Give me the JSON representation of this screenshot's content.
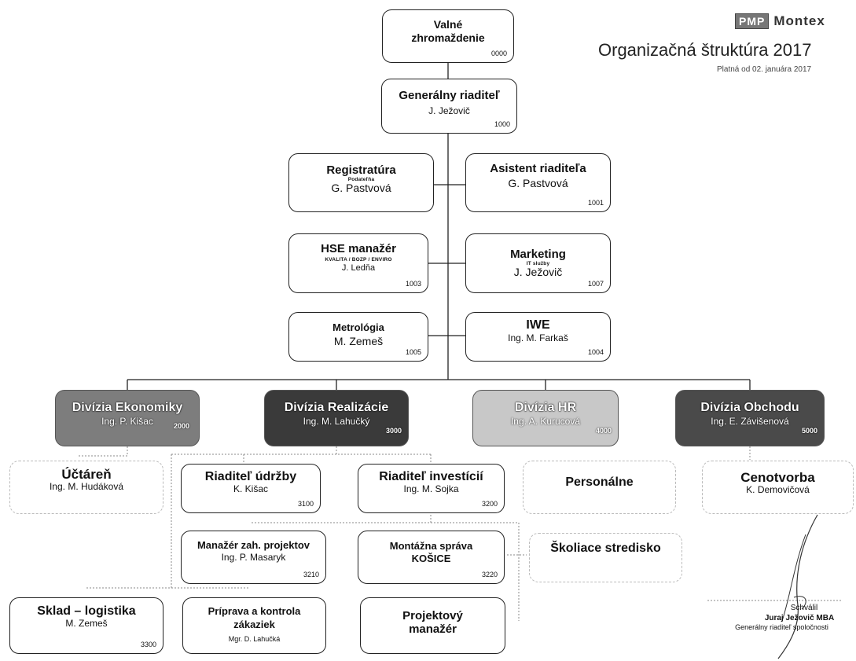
{
  "header": {
    "logo_text": "PMP",
    "brand": "Montex",
    "title": "Organizačná štruktúra 2017",
    "valid_from": "Platná od 02. januára 2017"
  },
  "colors": {
    "econ": "#7d7d7d",
    "real": "#3a3a3a",
    "hr": "#c8c8c8",
    "obchod": "#4a4a4a"
  },
  "nodes": {
    "valne": {
      "title": "Valné zhromaždenie",
      "code": "0000"
    },
    "gen": {
      "title": "Generálny riaditeľ",
      "name": "J. Ježovič",
      "code": "1000"
    },
    "registratura": {
      "title": "Registratúra",
      "sub": "Podateľňa",
      "name": "G. Pastvová"
    },
    "asistent": {
      "title": "Asistent riaditeľa",
      "name": "G. Pastvová",
      "code": "1001"
    },
    "hse": {
      "title": "HSE manažér",
      "sub": "KVALITA / BOZP / ENVIRO",
      "name": "J. Ledňa",
      "code": "1003"
    },
    "marketing": {
      "title": "Marketing",
      "sub": "IT služby",
      "name": "J. Ježovič",
      "code": "1007"
    },
    "metrologia": {
      "title": "Metrológia",
      "name": "M. Zemeš",
      "code": "1005"
    },
    "iwe": {
      "title": "IWE",
      "name": "Ing. M. Farkaš",
      "code": "1004"
    }
  },
  "divisions": {
    "econ": {
      "title": "Divízia Ekonomiky",
      "name": "Ing. P. Kišac",
      "code": "2000"
    },
    "real": {
      "title": "Divízia Realizácie",
      "name": "Ing. M. Lahučký",
      "code": "3000"
    },
    "hr": {
      "title": "Divízia HR",
      "name": "Ing. A. Kurucová",
      "code": "4000"
    },
    "obchod": {
      "title": "Divízia Obchodu",
      "name": "Ing. E. Závišenová",
      "code": "5000"
    }
  },
  "units": {
    "uctaren": {
      "title": "Účtáreň",
      "name": "Ing. M. Hudáková"
    },
    "udrzba": {
      "title": "Riaditeľ údržby",
      "name": "K. Kišac",
      "code": "3100"
    },
    "investicie": {
      "title": "Riaditeľ investícií",
      "name": "Ing. M. Sojka",
      "code": "3200"
    },
    "personalne": {
      "title": "Personálne"
    },
    "cenotvorba": {
      "title": "Cenotvorba",
      "name": "K. Demovičová"
    },
    "manazer_proj": {
      "title": "Manažér zah. projektov",
      "name": "Ing. P. Masaryk",
      "code": "3210"
    },
    "montazna": {
      "title": "Montážna správa",
      "name": "KOŠICE",
      "code": "3220"
    },
    "skoliace": {
      "title": "Školiace stredisko"
    },
    "sklad": {
      "title": "Sklad – logistika",
      "name": "M. Zemeš",
      "code": "3300"
    },
    "priprava": {
      "title": "Príprava a kontrola zákaziek",
      "name": "Mgr. D. Lahučká"
    },
    "projektovy": {
      "title": "Projektový manažér"
    }
  },
  "approval": {
    "label": "Schválil",
    "name": "Juraj Ježovič MBA",
    "role": "Generálny riaditeľ spoločnosti"
  }
}
